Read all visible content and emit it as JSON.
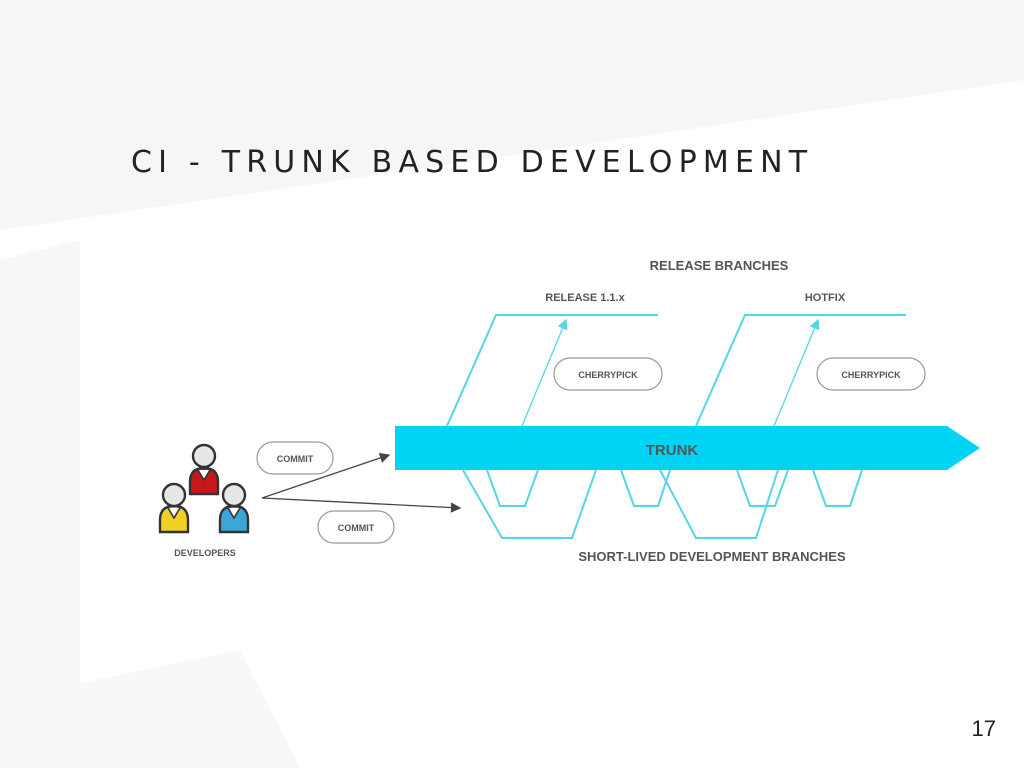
{
  "slide": {
    "title": "CI - TRUNK BASED DEVELOPMENT",
    "page_number": "17"
  },
  "diagram": {
    "release_branches_label": "RELEASE BRANCHES",
    "release_label": "RELEASE 1.1.x",
    "hotfix_label": "HOTFIX",
    "cherrypick_labels": [
      "CHERRYPICK",
      "CHERRYPICK"
    ],
    "trunk_label": "TRUNK",
    "commit_labels": [
      "COMMIT",
      "COMMIT"
    ],
    "developers_label": "DEVELOPERS",
    "short_lived_label": "SHORT-LIVED DEVELOPMENT BRANCHES",
    "developers": [
      {
        "name": "developer-red",
        "shirt_color": "#c8161d"
      },
      {
        "name": "developer-yellow",
        "shirt_color": "#f2d027"
      },
      {
        "name": "developer-blue",
        "shirt_color": "#3ba7d6"
      }
    ],
    "colors": {
      "trunk": "#00d4f4",
      "branch_line": "#55d6e6",
      "arrow": "#444444",
      "pill_border": "#999999",
      "text": "#555555"
    }
  }
}
